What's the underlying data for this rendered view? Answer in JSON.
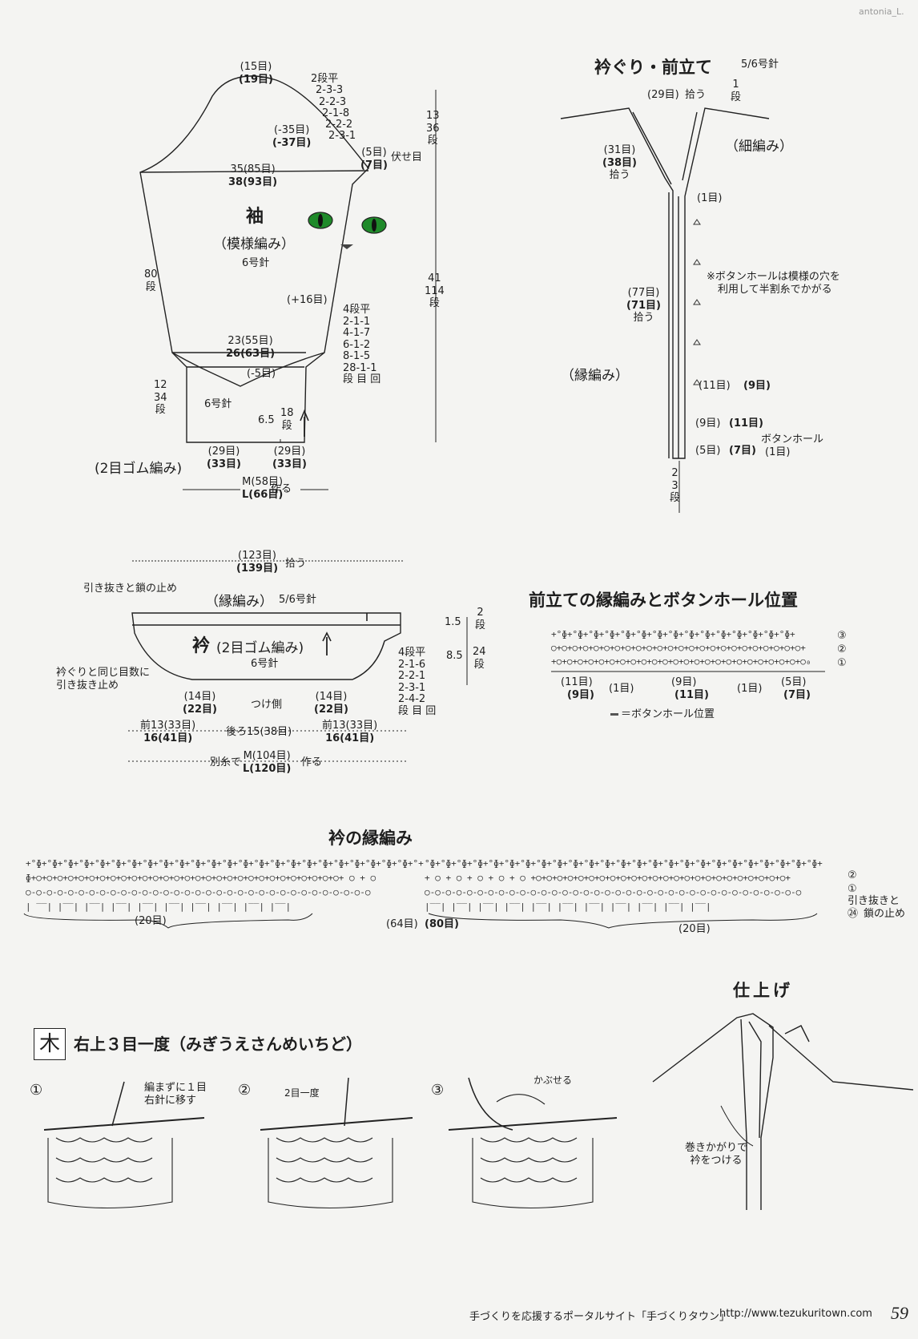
{
  "watermark": "antonia_L.",
  "sleeve": {
    "top_count": [
      "(15目)",
      "(19目)"
    ],
    "cap_rows": [
      "2段平",
      "2-3-3",
      "2-2-3",
      "2-1-8",
      "2-2-2",
      "2-3-1"
    ],
    "dec_total": [
      "(-35目)",
      "(-37目)"
    ],
    "bind_off": [
      "(5目)",
      "(7目)"
    ],
    "bind_off_label": "伏せ目",
    "cap_height": [
      "13",
      "36",
      "段"
    ],
    "width_top": [
      "35(85目)",
      "38(93目)"
    ],
    "title": "袖",
    "pattern": "（模様編み）",
    "needle": "6号針",
    "side_rows": [
      "80",
      "段"
    ],
    "total_height": [
      "41",
      "114",
      "段"
    ],
    "inc_total": "(+16目)",
    "inc_rows": [
      "4段平",
      "2-1-1",
      "4-1-7",
      "6-1-2",
      "8-1-5",
      "28-1-1",
      "段 目 回"
    ],
    "width_bottom": [
      "23(55目)",
      "26(63目)"
    ],
    "dec_cuff": "(-5目)",
    "cuff_rows": [
      "12",
      "34",
      "段"
    ],
    "cuff_needle": "6号針",
    "cuff_cm": "6.5",
    "cuff_rows2": [
      "18",
      "段"
    ],
    "cuff_left": [
      "(29目)",
      "(33目)"
    ],
    "cuff_right": [
      "(29目)",
      "(33目)"
    ],
    "cuff_stitch": "(2目ゴム編み)",
    "cast_on": [
      "M(58目)",
      "L(66目)"
    ],
    "cast_on_label": "作る"
  },
  "front_band": {
    "title": "衿ぐり・前立て",
    "needle": "5/6号針",
    "pick_top": "(29目)",
    "pick_label": "拾う",
    "rows_top": [
      "1",
      "段"
    ],
    "single_crochet": "（細編み）",
    "pick_side": [
      "(31目)",
      "(38目)",
      "拾う"
    ],
    "one_st": "(1目)",
    "note": [
      "※ボタンホールは模様の穴を",
      "利用して半割糸でかがる"
    ],
    "pick_front": [
      "(77目)",
      "(71目)",
      "拾う"
    ],
    "edging": "（縁編み）",
    "gap1": "(11目)",
    "gap1b": "(9目)",
    "gap2": "(9目)",
    "gap2b": "(11目)",
    "buttonhole": "ボタンホール",
    "gap3": "(5目)",
    "gap3b": "(7目)",
    "bh_count": "(1目)",
    "height_bottom": [
      "2",
      "3",
      "段"
    ]
  },
  "collar": {
    "top_count": [
      "(123目)",
      "(139目)"
    ],
    "top_label": "拾う",
    "finish_note": "引き抜きと鎖の止め",
    "edging": "（縁編み）",
    "edging_needle": "5/6号針",
    "title": "衿",
    "stitch": "(2目ゴム編み)",
    "needle": "6号針",
    "dim1": "1.5",
    "rows1": [
      "2",
      "段"
    ],
    "dim2": "8.5",
    "rows2": [
      "24",
      "段"
    ],
    "side_note": [
      "衿ぐりと同じ目数に",
      "引き抜き止め"
    ],
    "shaping": [
      "4段平",
      "2-1-6",
      "2-2-1",
      "2-3-1",
      "2-4-2",
      "段 目 回"
    ],
    "left_count": [
      "(14目)",
      "(22目)"
    ],
    "attach": "つけ側",
    "right_count": [
      "(14目)",
      "(22目)"
    ],
    "front_left": [
      "前13(33目)",
      "16(41目)"
    ],
    "back": "後ろ15(38目)",
    "front_right": [
      "前13(33目)",
      "16(41目)"
    ],
    "waste": "別糸で",
    "cast_on": [
      "M(104目)",
      "L(120目)"
    ],
    "cast_on_label": "作る"
  },
  "buttonhole_chart": {
    "title": "前立ての縁編みとボタンホール位置",
    "row_labels": [
      "③",
      "②",
      "①"
    ],
    "counts_top": [
      "(11目)",
      "(1目)",
      "(9目)",
      "(1目)",
      "(5目)"
    ],
    "counts_bottom": [
      "(9目)",
      "(11目)",
      "(7目)"
    ],
    "legend": "＝ボタンホール位置"
  },
  "collar_chart": {
    "title": "衿の縁編み",
    "row_labels": [
      "②",
      "①",
      "引き抜きと",
      "㉔",
      "鎖の止め"
    ],
    "counts": [
      "(20目)",
      "(64目)",
      "(80目)",
      "(20目)"
    ]
  },
  "finishing": {
    "title": "仕上げ",
    "note": [
      "巻きかがりで",
      "衿をつける"
    ]
  },
  "technique": {
    "symbol": "木",
    "title": "右上３目一度（みぎうえさんめいちど）",
    "step1_num": "①",
    "step1_note": [
      "編まずに１目",
      "右針に移す"
    ],
    "step2_num": "②",
    "step2_note": "2目一度",
    "step3_num": "③",
    "step3_note": "かぶせる"
  },
  "footer": {
    "text": "手づくりを応援するポータルサイト「手づくりタウン」",
    "url": "http://www.tezukuritown.com",
    "page": "59"
  }
}
